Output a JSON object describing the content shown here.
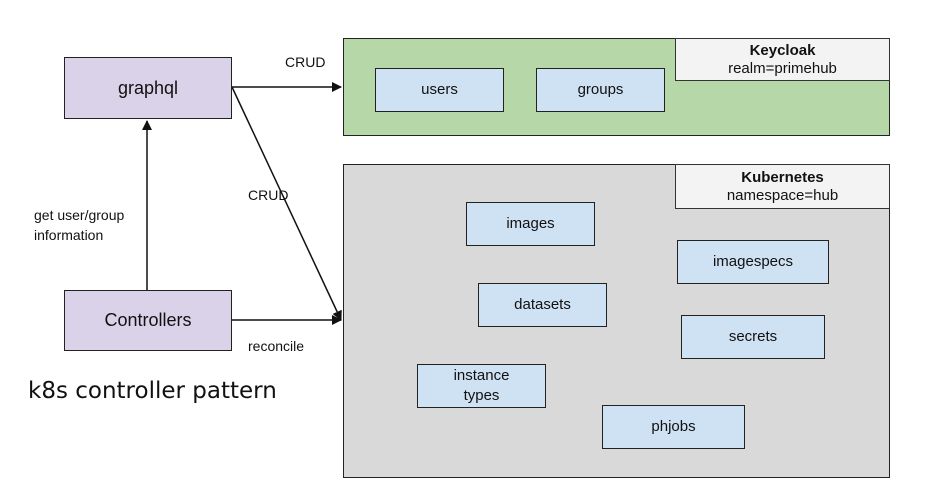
{
  "nodes": {
    "graphql": "graphql",
    "controllers": "Controllers"
  },
  "keycloak": {
    "title": "Keycloak",
    "subtitle": "realm=primehub",
    "items": [
      "users",
      "groups"
    ]
  },
  "kubernetes": {
    "title": "Kubernetes",
    "subtitle": "namespace=hub",
    "items": {
      "images": "images",
      "imagespecs": "imagespecs",
      "datasets": "datasets",
      "secrets": "secrets",
      "instance_types_line1": "instance",
      "instance_types_line2": "types",
      "phjobs": "phjobs"
    }
  },
  "edges": {
    "crud_keycloak": "CRUD",
    "crud_kubernetes": "CRUD",
    "get_info_line1": "get user/group",
    "get_info_line2": "information",
    "reconcile": "reconcile"
  },
  "caption": "k8s controller pattern",
  "colors": {
    "purple_node": "#d9d2e9",
    "blue_node": "#cfe2f3",
    "keycloak_region": "#b6d7a8",
    "kubernetes_region": "#d9d9d9",
    "header_bg": "#f3f3f3"
  }
}
